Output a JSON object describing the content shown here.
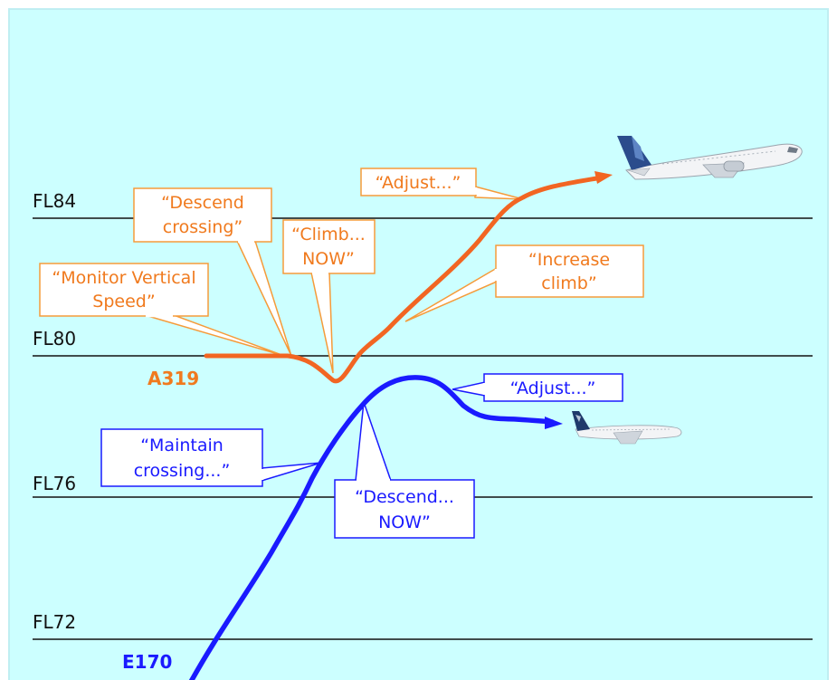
{
  "levels": {
    "fl84": "FL84",
    "fl80": "FL80",
    "fl76": "FL76",
    "fl72": "FL72"
  },
  "aircraft": {
    "a319": {
      "label": "A319",
      "color": "#f07a1e"
    },
    "e170": {
      "label": "E170",
      "color": "#1a1aff"
    }
  },
  "callouts": {
    "monitor": {
      "line1": "“Monitor Vertical",
      "line2": "Speed”"
    },
    "descend_crossing": {
      "line1": "“Descend",
      "line2": "crossing”"
    },
    "climb_now": {
      "line1": "“Climb...",
      "line2": "NOW”"
    },
    "adjust_top": {
      "line1": "“Adjust...”"
    },
    "increase_climb": {
      "line1": "“Increase",
      "line2": "climb”"
    },
    "adjust_bottom": {
      "line1": "“Adjust...”"
    },
    "maintain": {
      "line1": "“Maintain",
      "line2": "crossing...”"
    },
    "descend_now": {
      "line1": "“Descend...",
      "line2": "NOW”"
    }
  },
  "colors": {
    "background": "#ccffff",
    "border": "#bfeef2",
    "callout_orange": "#f59b3a",
    "callout_blue": "#1a1aff",
    "orange_track": "#f26522",
    "blue_track": "#1a1aff"
  },
  "icons": {
    "large_plane": "airplane-icon",
    "small_plane": "airplane-icon"
  }
}
